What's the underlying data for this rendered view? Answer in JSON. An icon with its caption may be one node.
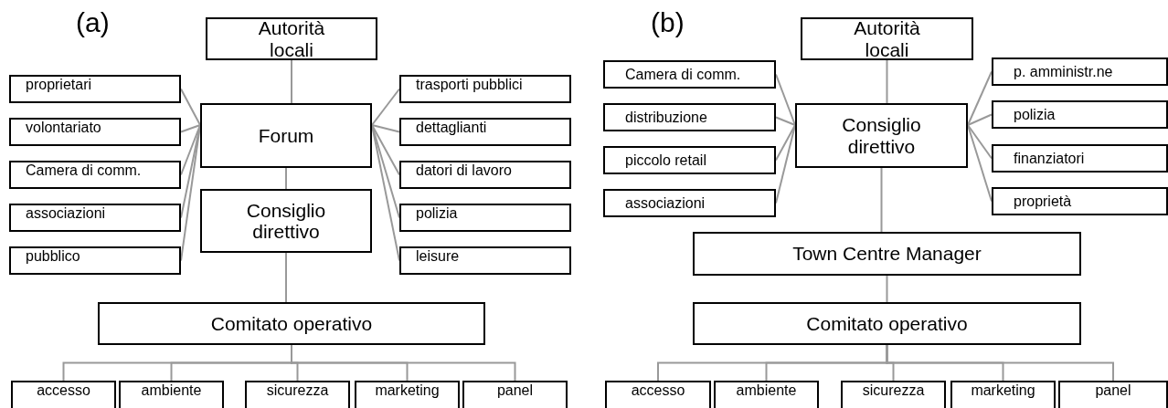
{
  "diagram": {
    "nodes": [
      {
        "text": [
          "Autorità locali"
        ]
      },
      {
        "text": [
          "proprietari"
        ]
      },
      {
        "text": [
          "volontariato"
        ]
      },
      {
        "text": [
          "Camera di comm."
        ]
      },
      {
        "text": [
          "associazioni"
        ]
      },
      {
        "text": [
          "pubblico"
        ]
      },
      {
        "text": [
          "Forum"
        ]
      },
      {
        "text": [
          "trasporti pubblici"
        ]
      },
      {
        "text": [
          "dettaglianti"
        ]
      },
      {
        "text": [
          "datori di lavoro"
        ]
      },
      {
        "text": [
          "polizia"
        ]
      },
      {
        "text": [
          "leisure"
        ]
      },
      {
        "text": [
          "Consiglio direttivo"
        ]
      },
      {
        "text": [
          "Comitato operativo"
        ]
      },
      {
        "text": [
          "accesso"
        ]
      },
      {
        "text": [
          "ambiente"
        ]
      },
      {
        "text": [
          "sicurezza"
        ]
      },
      {
        "text": [
          "marketing"
        ]
      },
      {
        "text": [
          "panel"
        ]
      },
      {
        "text": [
          "Autorità locali"
        ]
      },
      {
        "text": [
          "Camera di comm."
        ]
      },
      {
        "text": [
          "distribuzione"
        ]
      },
      {
        "text": [
          "piccolo retail"
        ]
      },
      {
        "text": [
          "associazioni"
        ]
      },
      {
        "text": [
          "Consiglio direttivo"
        ]
      },
      {
        "text": [
          "p. amministr.ne"
        ]
      },
      {
        "text": [
          "polizia"
        ]
      },
      {
        "text": [
          "finanziatori"
        ]
      },
      {
        "text": [
          "proprietà"
        ]
      },
      {
        "text": [
          "Town Centre Manager"
        ]
      },
      {
        "text": [
          "Comitato operativo"
        ]
      },
      {
        "text": [
          "accesso"
        ]
      },
      {
        "text": [
          "ambiente"
        ]
      },
      {
        "text": [
          "sicurezza"
        ]
      },
      {
        "text": [
          "marketing"
        ]
      },
      {
        "text": [
          "panel"
        ]
      }
    ],
    "edges": [
      {
        "from": 0,
        "to": 6,
        "arrow": "none"
      },
      {
        "from": 1,
        "to": 6,
        "arrow": "none"
      },
      {
        "from": 2,
        "to": 6,
        "arrow": "none"
      },
      {
        "from": 3,
        "to": 6,
        "arrow": "none"
      },
      {
        "from": 4,
        "to": 6,
        "arrow": "none"
      },
      {
        "from": 5,
        "to": 6,
        "arrow": "none"
      },
      {
        "from": 7,
        "to": 6,
        "arrow": "none"
      },
      {
        "from": 8,
        "to": 6,
        "arrow": "none"
      },
      {
        "from": 9,
        "to": 6,
        "arrow": "none"
      },
      {
        "from": 10,
        "to": 6,
        "arrow": "none"
      },
      {
        "from": 11,
        "to": 6,
        "arrow": "none"
      },
      {
        "from": 6,
        "to": 12,
        "arrow": "none"
      },
      {
        "from": 12,
        "to": 13,
        "arrow": "none"
      },
      {
        "from": 13,
        "to": 14,
        "arrow": "none"
      },
      {
        "from": 13,
        "to": 15,
        "arrow": "none"
      },
      {
        "from": 13,
        "to": 16,
        "arrow": "none"
      },
      {
        "from": 13,
        "to": 17,
        "arrow": "none"
      },
      {
        "from": 13,
        "to": 18,
        "arrow": "none"
      },
      {
        "from": 19,
        "to": 24,
        "arrow": "none"
      },
      {
        "from": 20,
        "to": 24,
        "arrow": "none"
      },
      {
        "from": 21,
        "to": 24,
        "arrow": "none"
      },
      {
        "from": 22,
        "to": 24,
        "arrow": "none"
      },
      {
        "from": 23,
        "to": 24,
        "arrow": "none"
      },
      {
        "from": 25,
        "to": 24,
        "arrow": "none"
      },
      {
        "from": 26,
        "to": 24,
        "arrow": "none"
      },
      {
        "from": 27,
        "to": 24,
        "arrow": "none"
      },
      {
        "from": 28,
        "to": 24,
        "arrow": "none"
      },
      {
        "from": 24,
        "to": 29,
        "arrow": "none"
      },
      {
        "from": 29,
        "to": 30,
        "arrow": "none"
      },
      {
        "from": 30,
        "to": 31,
        "arrow": "none"
      },
      {
        "from": 30,
        "to": 32,
        "arrow": "none"
      },
      {
        "from": 30,
        "to": 33,
        "arrow": "none"
      },
      {
        "from": 30,
        "to": 34,
        "arrow": "none"
      },
      {
        "from": 30,
        "to": 35,
        "arrow": "none"
      }
    ],
    "labels": [
      "(a)",
      "(b)"
    ]
  }
}
